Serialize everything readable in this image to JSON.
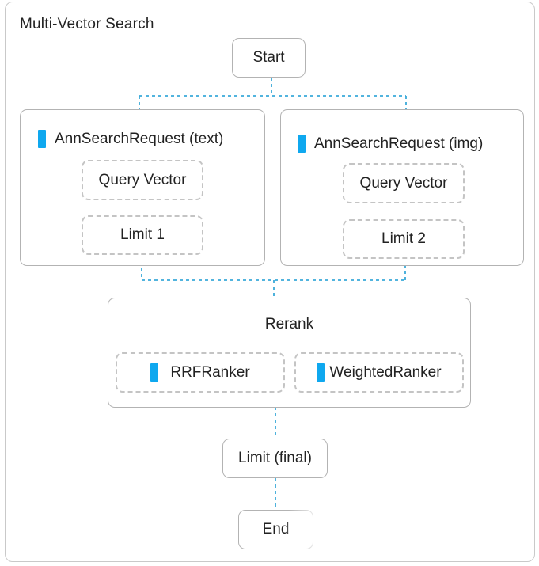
{
  "diagram": {
    "title": "Multi-Vector Search",
    "colors": {
      "accent": "#0fa8ef",
      "connector": "#3aa9d9",
      "border": "#b3b3b3",
      "dashed_border": "#c4c4c4"
    },
    "nodes": {
      "start": "Start",
      "request_text": {
        "title": "AnnSearchRequest (text)",
        "query": "Query Vector",
        "limit": "Limit 1"
      },
      "request_img": {
        "title": "AnnSearchRequest (img)",
        "query": "Query Vector",
        "limit": "Limit 2"
      },
      "rerank": {
        "title": "Rerank",
        "rrf": "RRFRanker",
        "weighted": "WeightedRanker"
      },
      "limit_final": "Limit (final)",
      "end": "End"
    }
  }
}
